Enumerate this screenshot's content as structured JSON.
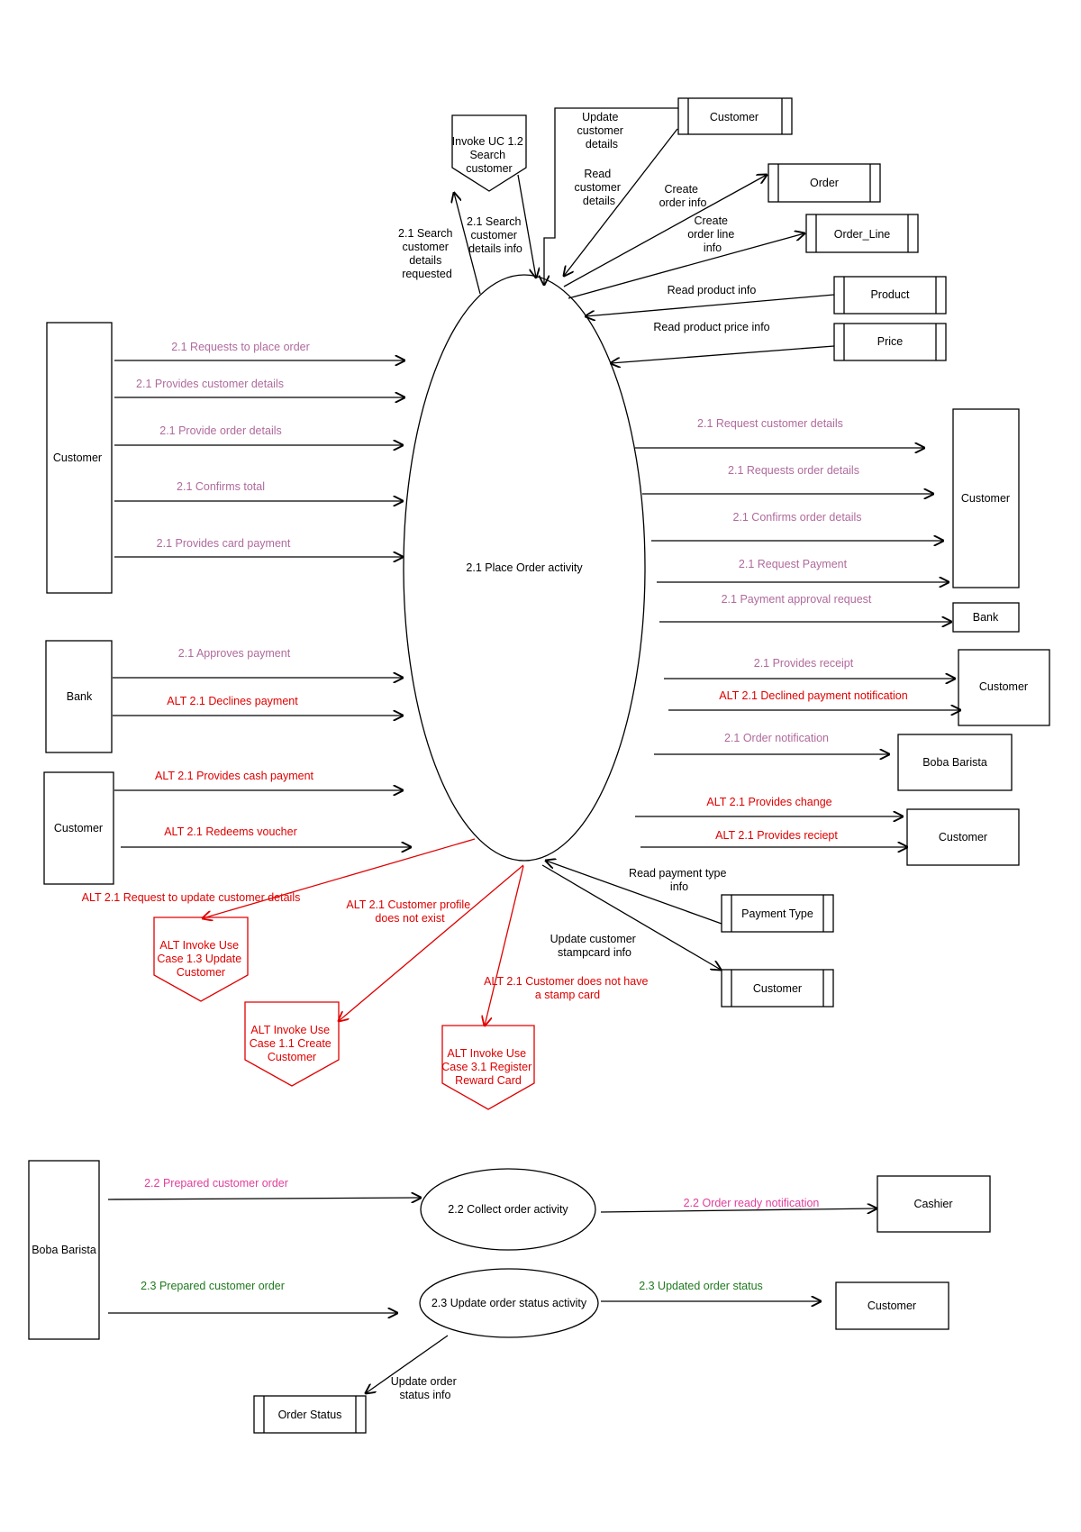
{
  "colors": {
    "purple": "#b06a9c",
    "red": "#e00000",
    "pink": "#e0409c",
    "green": "#1f7a1f",
    "black": "#000000"
  },
  "processes": {
    "place_order": "2.1 Place Order activity",
    "collect_order": "2.2 Collect order activity",
    "update_status": "2.3 Update order status activity"
  },
  "entities": {
    "customer_left": "Customer",
    "bank_left": "Bank",
    "customer_left2": "Customer",
    "customer_right1": "Customer",
    "bank_right": "Bank",
    "customer_right2": "Customer",
    "boba_barista_right": "Boba Barista",
    "customer_right3": "Customer",
    "boba_barista": "Boba Barista",
    "cashier": "Cashier",
    "customer_bottom": "Customer"
  },
  "datastores": {
    "customer_top": "Customer",
    "order": "Order",
    "order_line": "Order_Line",
    "product": "Product",
    "price": "Price",
    "payment_type": "Payment Type",
    "customer_stamp": "Customer",
    "order_status": "Order Status"
  },
  "offpage": {
    "invoke_search": [
      "Invoke UC 1.2",
      "Search",
      "customer"
    ],
    "invoke_update": [
      "ALT Invoke Use",
      "Case 1.3 Update",
      "Customer"
    ],
    "invoke_create": [
      "ALT Invoke Use",
      "Case 1.1 Create",
      "Customer"
    ],
    "invoke_register": [
      "ALT Invoke Use",
      "Case 3.1 Register",
      "Reward Card"
    ]
  },
  "flows_left": [
    "2.1 Requests to place order",
    "2.1 Provides customer details",
    "2.1 Provide order details",
    "2.1 Confirms total",
    "2.1 Provides card payment",
    "2.1 Approves payment",
    "ALT 2.1 Declines payment",
    "ALT 2.1 Provides cash payment",
    "ALT 2.1 Redeems voucher"
  ],
  "flows_right": [
    "2.1 Request customer details",
    "2.1 Requests order details",
    "2.1 Confirms order details",
    "2.1 Request Payment",
    "2.1 Payment approval request",
    "2.1 Provides receipt",
    "ALT 2.1 Declined payment notification",
    "2.1 Order notification",
    "ALT 2.1 Provides change",
    "ALT 2.1 Provides reciept"
  ],
  "flows_top": {
    "search_requested": [
      "2.1 Search",
      "customer",
      "details",
      "requested"
    ],
    "search_info": [
      "2.1 Search",
      "customer",
      "details info"
    ],
    "update_customer": [
      "Update",
      "customer",
      "details"
    ],
    "read_customer": [
      "Read",
      "customer",
      "details"
    ],
    "create_order": [
      "Create",
      "order info"
    ],
    "create_order_line": [
      "Create",
      "order line",
      "info"
    ],
    "read_product": "Read product info",
    "read_price": "Read product price info"
  },
  "flows_bottom": {
    "read_payment_type": [
      "Read payment type",
      "info"
    ],
    "update_stampcard": [
      "Update  customer",
      "stampcard info"
    ],
    "request_update": "ALT 2.1 Request to update customer details",
    "profile_not_exist": [
      "ALT 2.1 Customer profile",
      "does not exist"
    ],
    "no_stamp_card": [
      "ALT 2.1 Customer does not have",
      "a stamp card"
    ]
  },
  "flows_lower": {
    "prepared_22": "2.2 Prepared customer order",
    "ready_notification": "2.2 Order ready notification",
    "prepared_23": "2.3 Prepared customer order",
    "updated_status": "2.3 Updated order status",
    "update_order_status": [
      "Update order",
      "status info"
    ]
  }
}
